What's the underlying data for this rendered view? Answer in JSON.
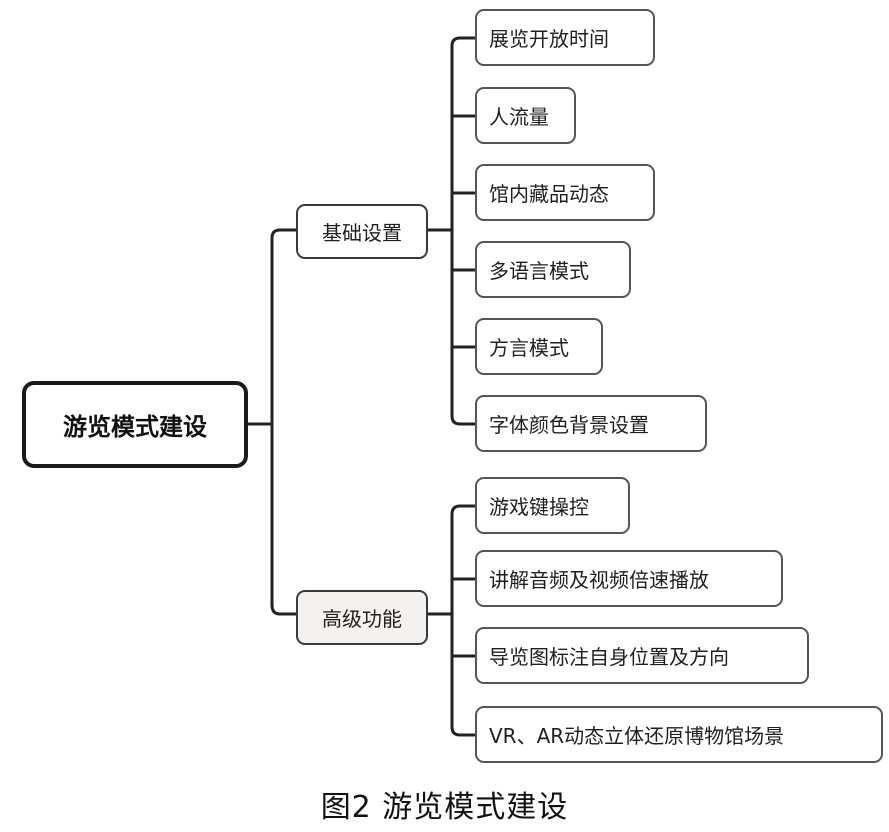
{
  "root": {
    "label": "游览模式建设"
  },
  "branches": [
    {
      "label": "基础设置",
      "children": [
        "展览开放时间",
        "人流量",
        "馆内藏品动态",
        "多语言模式",
        "方言模式",
        "字体颜色背景设置"
      ]
    },
    {
      "label": "高级功能",
      "children": [
        "游戏键操控",
        "讲解音频及视频倍速播放",
        "导览图标注自身位置及方向",
        "VR、AR动态立体还原博物馆场景"
      ]
    }
  ],
  "caption": "图2  游览模式建设"
}
